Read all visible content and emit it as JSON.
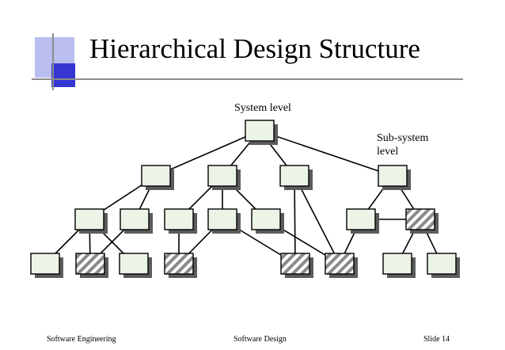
{
  "slide": {
    "title": "Hierarchical Design Structure",
    "footer_left": "Software Engineering",
    "footer_center": "Software Design",
    "footer_right": "Slide  14"
  },
  "diagram": {
    "labels": {
      "system": "System level",
      "subsystem": "Sub-system level"
    },
    "colors": {
      "box_fill": "#ecf4e8",
      "box_shadow": "#5c5c5c",
      "hatch": "#8a8a8a",
      "accent_blue": "#3535d2",
      "accent_light": "#b9bdef",
      "rule": "#8c8c8c"
    },
    "nodes": [
      {
        "id": "n0",
        "level": 0,
        "hatched": false
      },
      {
        "id": "n1a",
        "level": 1,
        "hatched": false
      },
      {
        "id": "n1b",
        "level": 1,
        "hatched": false
      },
      {
        "id": "n1c",
        "level": 1,
        "hatched": false
      },
      {
        "id": "n1d",
        "level": 1,
        "hatched": false
      },
      {
        "id": "n2a",
        "level": 2,
        "hatched": false
      },
      {
        "id": "n2b",
        "level": 2,
        "hatched": false
      },
      {
        "id": "n2c",
        "level": 2,
        "hatched": false
      },
      {
        "id": "n2d",
        "level": 2,
        "hatched": false
      },
      {
        "id": "n2e",
        "level": 2,
        "hatched": false
      },
      {
        "id": "n2f",
        "level": 2,
        "hatched": false
      },
      {
        "id": "n2g",
        "level": 2,
        "hatched": true
      },
      {
        "id": "n3a",
        "level": 3,
        "hatched": false
      },
      {
        "id": "n3b",
        "level": 3,
        "hatched": true
      },
      {
        "id": "n3c",
        "level": 3,
        "hatched": false
      },
      {
        "id": "n3d",
        "level": 3,
        "hatched": true
      },
      {
        "id": "n3e",
        "level": 3,
        "hatched": true
      },
      {
        "id": "n3f",
        "level": 3,
        "hatched": true
      },
      {
        "id": "n3g",
        "level": 3,
        "hatched": false
      },
      {
        "id": "n3h",
        "level": 3,
        "hatched": false
      }
    ],
    "edges": [
      [
        "n0",
        "n1a"
      ],
      [
        "n0",
        "n1b"
      ],
      [
        "n0",
        "n1c"
      ],
      [
        "n0",
        "n1d"
      ],
      [
        "n1a",
        "n2a"
      ],
      [
        "n1a",
        "n2b"
      ],
      [
        "n1b",
        "n2c"
      ],
      [
        "n1b",
        "n2d"
      ],
      [
        "n1b",
        "n2e"
      ],
      [
        "n1c",
        "n3e"
      ],
      [
        "n1c",
        "n3f"
      ],
      [
        "n1d",
        "n2f"
      ],
      [
        "n1d",
        "n2g"
      ],
      [
        "n2f",
        "n2g"
      ],
      [
        "n2a",
        "n3a"
      ],
      [
        "n2a",
        "n3b"
      ],
      [
        "n2a",
        "n3c"
      ],
      [
        "n2b",
        "n3b"
      ],
      [
        "n2c",
        "n3d"
      ],
      [
        "n2d",
        "n3d"
      ],
      [
        "n2d",
        "n3e"
      ],
      [
        "n2e",
        "n3f"
      ],
      [
        "n2f",
        "n3f"
      ],
      [
        "n2g",
        "n3g"
      ],
      [
        "n2g",
        "n3h"
      ]
    ]
  }
}
